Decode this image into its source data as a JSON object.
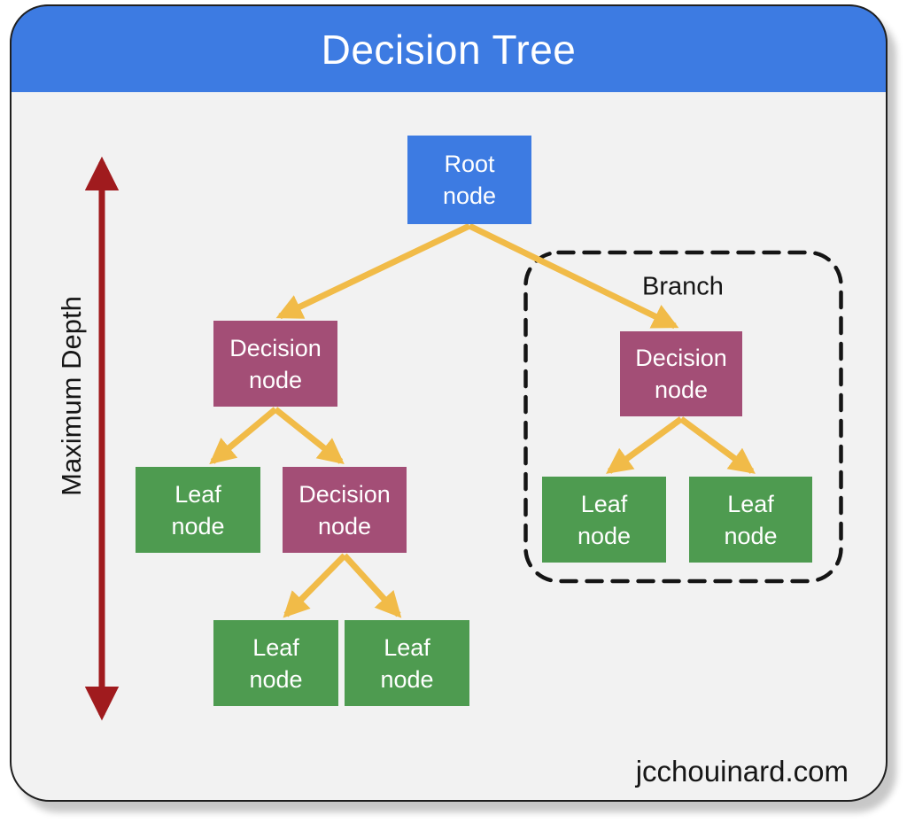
{
  "header": {
    "title": "Decision Tree"
  },
  "footer": {
    "watermark": "jcchouinard.com"
  },
  "depth_indicator": {
    "label": "Maximum Depth"
  },
  "branch_group": {
    "label": "Branch"
  },
  "colors": {
    "header_bg": "#3D7BE2",
    "node_root": "#3D7BE2",
    "node_decision": "#A34E76",
    "node_leaf": "#4E9B50",
    "edge_arrow": "#F1BB48",
    "depth_arrow": "#A01B1E",
    "card_bg": "#F2F2F2"
  },
  "tree": {
    "nodes": {
      "root": {
        "label": "Root\nnode",
        "type": "root"
      },
      "decision_left": {
        "label": "Decision\nnode",
        "type": "decision"
      },
      "leaf_left": {
        "label": "Leaf\nnode",
        "type": "leaf"
      },
      "decision_mid": {
        "label": "Decision\nnode",
        "type": "decision"
      },
      "leaf_bottom_left": {
        "label": "Leaf\nnode",
        "type": "leaf"
      },
      "leaf_bottom_right": {
        "label": "Leaf\nnode",
        "type": "leaf"
      },
      "decision_branch": {
        "label": "Decision\nnode",
        "type": "decision"
      },
      "leaf_branch_left": {
        "label": "Leaf\nnode",
        "type": "leaf"
      },
      "leaf_branch_right": {
        "label": "Leaf\nnode",
        "type": "leaf"
      }
    },
    "edges": [
      {
        "from": "root",
        "to": "decision_left"
      },
      {
        "from": "root",
        "to": "decision_branch"
      },
      {
        "from": "decision_left",
        "to": "leaf_left"
      },
      {
        "from": "decision_left",
        "to": "decision_mid"
      },
      {
        "from": "decision_mid",
        "to": "leaf_bottom_left"
      },
      {
        "from": "decision_mid",
        "to": "leaf_bottom_right"
      },
      {
        "from": "decision_branch",
        "to": "leaf_branch_left"
      },
      {
        "from": "decision_branch",
        "to": "leaf_branch_right"
      }
    ]
  }
}
